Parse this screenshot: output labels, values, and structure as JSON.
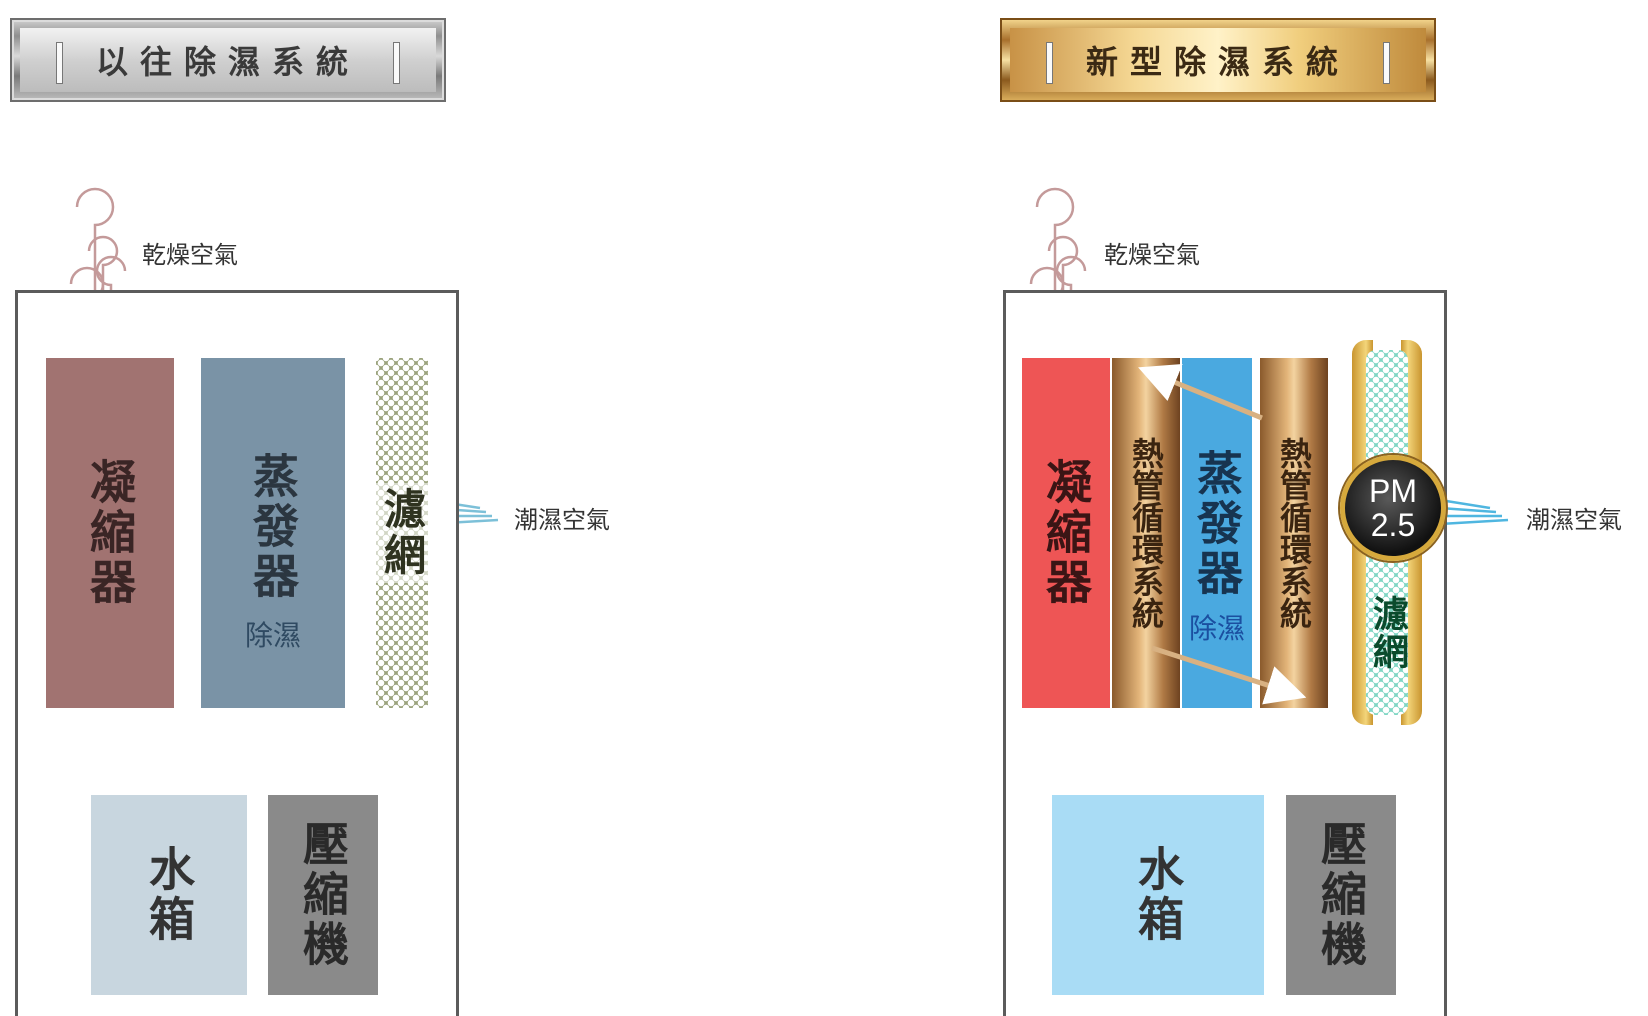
{
  "diagram": {
    "old_system": {
      "title": "以往除濕系統",
      "dry_air_label": "乾燥空氣",
      "humid_air_label": "潮濕空氣",
      "condenser": "凝縮器",
      "evaporator": "蒸發器",
      "evaporator_sub": "除濕",
      "filter": "濾網",
      "water_tank": "水箱",
      "compressor": "壓縮機",
      "colors": {
        "condenser": "#a17371",
        "evaporator": "#7a93a6",
        "water_tank": "#c8d6df",
        "compressor": "#8a8a8a",
        "filter_dot": "#9aa27c"
      }
    },
    "new_system": {
      "title": "新型除濕系統",
      "dry_air_label": "乾燥空氣",
      "humid_air_label": "潮濕空氣",
      "condenser": "凝縮器",
      "heat_pipe_left": "熱管循環系統",
      "evaporator": "蒸發器",
      "evaporator_sub": "除濕",
      "heat_pipe_right": "熱管循環系統",
      "pm_badge_line1": "PM",
      "pm_badge_line2": "2.5",
      "filter": "濾網",
      "water_tank": "水箱",
      "compressor": "壓縮機",
      "colors": {
        "condenser": "#ee5555",
        "evaporator": "#4aa9e0",
        "heat_pipe": "#b07a45",
        "water_tank": "#a9dcf5",
        "compressor": "#8a8a8a",
        "filter": "#7fd6c4"
      }
    }
  }
}
